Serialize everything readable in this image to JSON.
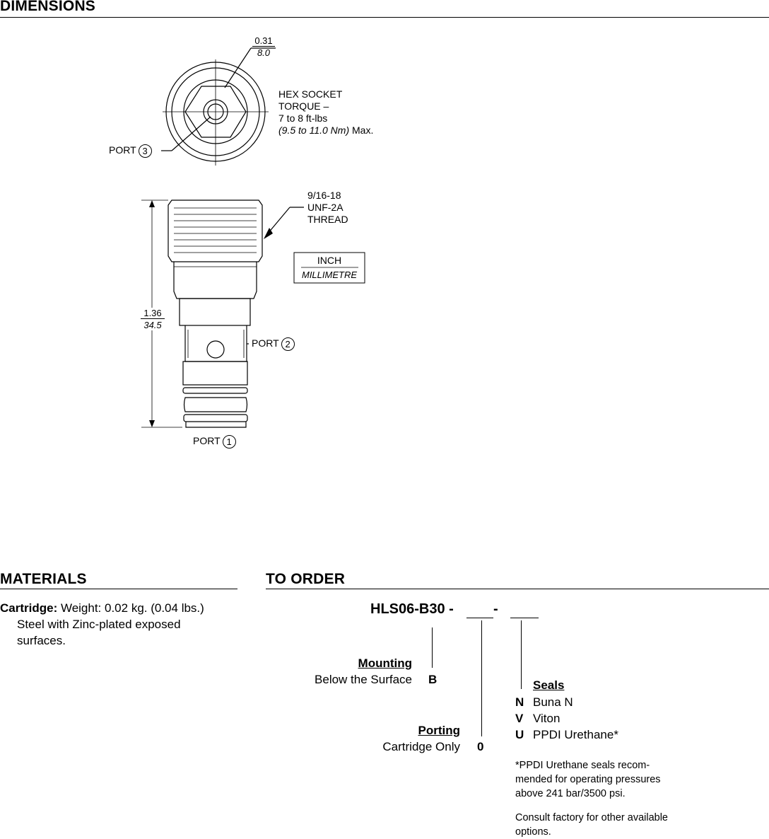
{
  "dimensions": {
    "title": "DIMENSIONS",
    "hex_dim": {
      "inch": "0.31",
      "mm": "8.0"
    },
    "hex_note": {
      "line1": "HEX SOCKET",
      "line2": "TORQUE –",
      "line3": "7 to 8 ft-lbs",
      "line4_metric": "(9.5 to 11.0 Nm)",
      "line4_suffix": " Max."
    },
    "port3": {
      "label": "PORT",
      "num": "3"
    },
    "thread_note": {
      "line1": "9/16-18",
      "line2": "UNF-2A",
      "line3": "THREAD"
    },
    "units_box": {
      "inch": "INCH",
      "mm": "MILLIMETRE"
    },
    "length_dim": {
      "inch": "1.36",
      "mm": "34.5"
    },
    "port2": {
      "label": "PORT",
      "num": "2"
    },
    "port1": {
      "label": "PORT",
      "num": "1"
    }
  },
  "materials": {
    "title": "MATERIALS",
    "cartridge_label": "Cartridge:",
    "weight": " Weight: 0.02 kg. (0.04 lbs.)",
    "line2": "Steel with Zinc-plated exposed",
    "line3": "surfaces."
  },
  "to_order": {
    "title": "TO ORDER",
    "model": "HLS06-B30 -",
    "model_sep": "-",
    "mounting": {
      "heading": "Mounting",
      "option_label": "Below the Surface",
      "option_code": "B"
    },
    "porting": {
      "heading": "Porting",
      "option_label": "Cartridge Only",
      "option_code": "0"
    },
    "seals": {
      "heading": "Seals",
      "options": [
        {
          "code": "N",
          "label": "Buna N"
        },
        {
          "code": "V",
          "label": "Viton"
        },
        {
          "code": "U",
          "label": "PPDI Urethane*"
        }
      ]
    },
    "footnote": {
      "line1": "*PPDI Urethane seals recom-",
      "line2": "mended for operating pressures",
      "line3": "above 241 bar/3500 psi."
    },
    "consult": {
      "line1": "Consult factory for other available",
      "line2": "options."
    }
  }
}
